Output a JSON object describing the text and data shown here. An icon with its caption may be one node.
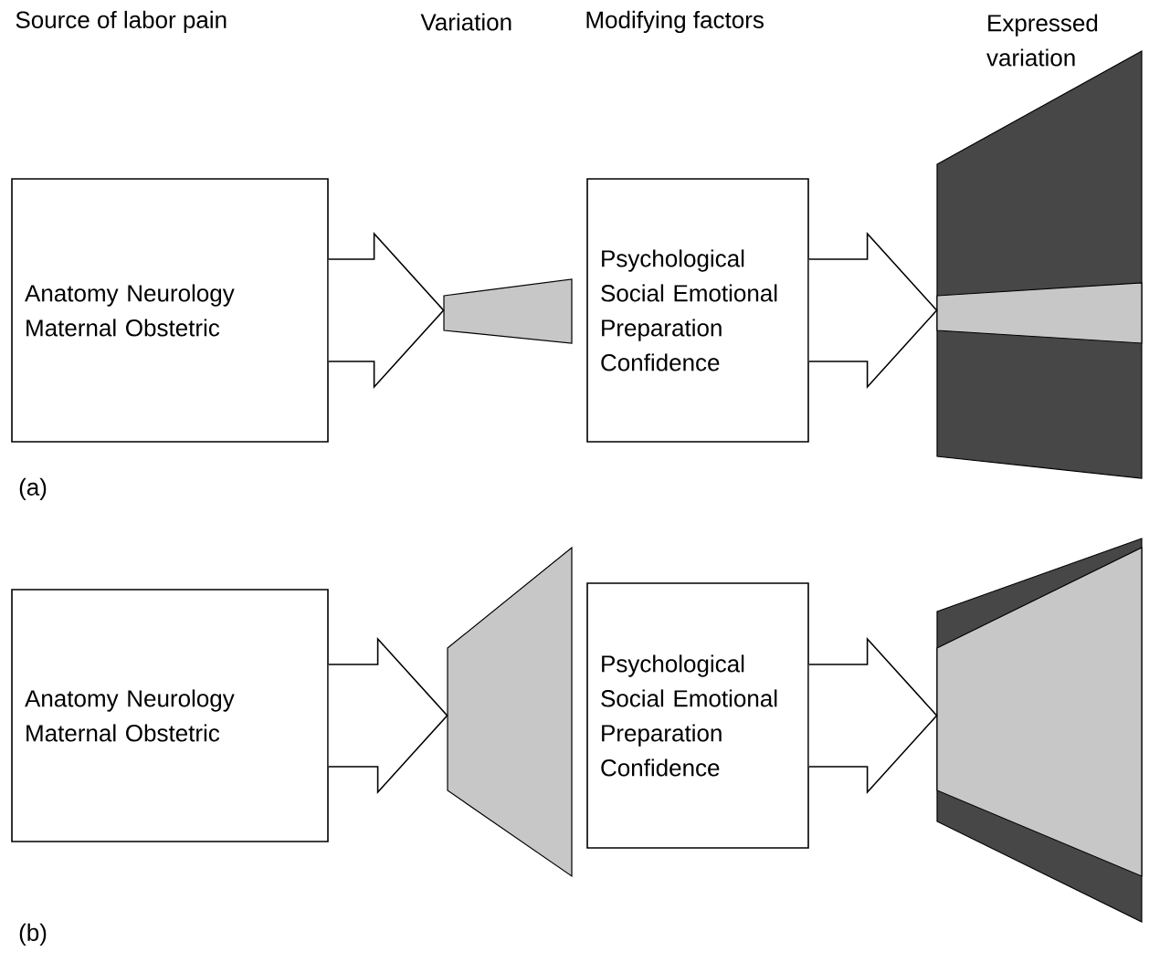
{
  "diagram": {
    "nodes": [
      {
        "text": [
          "Anatomy Neurology Maternal Obstetric"
        ]
      },
      {
        "text": [],
        "shape": "trapezoid"
      },
      {
        "text": [
          "Psychological Social Emotional Preparation Confidence"
        ]
      },
      {
        "text": [],
        "shape": "trapezoid"
      },
      {
        "text": [
          "Anatomy Neurology Maternal Obstetric"
        ]
      },
      {
        "text": [],
        "shape": "trapezoid"
      },
      {
        "text": [
          "Psychological Social Emotional Preparation Confidence"
        ]
      },
      {
        "text": [],
        "shape": "trapezoid"
      }
    ],
    "edges": [
      {
        "from": 0,
        "to": 1,
        "arrow": "to"
      },
      {
        "from": 2,
        "to": 3,
        "arrow": "to"
      },
      {
        "from": 4,
        "to": 5,
        "arrow": "to"
      },
      {
        "from": 6,
        "to": 7,
        "arrow": "to"
      }
    ],
    "labels": [
      "Source of labor pain",
      "Variation",
      "Modifying factors",
      "Expressed variation",
      "(a)",
      "(b)"
    ]
  }
}
